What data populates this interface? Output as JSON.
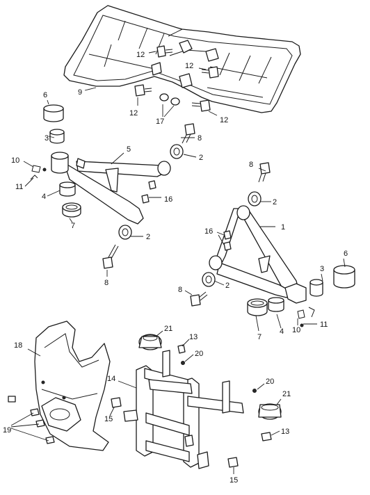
{
  "callouts": [
    {
      "id": "c1",
      "label": "1"
    },
    {
      "id": "c2a",
      "label": "2"
    },
    {
      "id": "c2b",
      "label": "2"
    },
    {
      "id": "c2c",
      "label": "2"
    },
    {
      "id": "c2d",
      "label": "2"
    },
    {
      "id": "c3a",
      "label": "3"
    },
    {
      "id": "c3b",
      "label": "3"
    },
    {
      "id": "c4a",
      "label": "4"
    },
    {
      "id": "c4b",
      "label": "4"
    },
    {
      "id": "c5",
      "label": "5"
    },
    {
      "id": "c6a",
      "label": "6"
    },
    {
      "id": "c6b",
      "label": "6"
    },
    {
      "id": "c7a",
      "label": "7"
    },
    {
      "id": "c7b",
      "label": "7"
    },
    {
      "id": "c8a",
      "label": "8"
    },
    {
      "id": "c8b",
      "label": "8"
    },
    {
      "id": "c8c",
      "label": "8"
    },
    {
      "id": "c8d",
      "label": "8"
    },
    {
      "id": "c9",
      "label": "9"
    },
    {
      "id": "c10a",
      "label": "10"
    },
    {
      "id": "c10b",
      "label": "10"
    },
    {
      "id": "c11a",
      "label": "11"
    },
    {
      "id": "c11b",
      "label": "11"
    },
    {
      "id": "c12a",
      "label": "12"
    },
    {
      "id": "c12b",
      "label": "12"
    },
    {
      "id": "c12c",
      "label": "12"
    },
    {
      "id": "c12d",
      "label": "12"
    },
    {
      "id": "c13a",
      "label": "13"
    },
    {
      "id": "c13b",
      "label": "13"
    },
    {
      "id": "c14",
      "label": "14"
    },
    {
      "id": "c15a",
      "label": "15"
    },
    {
      "id": "c15b",
      "label": "15"
    },
    {
      "id": "c16a",
      "label": "16"
    },
    {
      "id": "c16b",
      "label": "16"
    },
    {
      "id": "c17",
      "label": "17"
    },
    {
      "id": "c18",
      "label": "18"
    },
    {
      "id": "c19",
      "label": "19"
    },
    {
      "id": "c20a",
      "label": "20"
    },
    {
      "id": "c20b",
      "label": "20"
    },
    {
      "id": "c21a",
      "label": "21"
    },
    {
      "id": "c21b",
      "label": "21"
    }
  ]
}
